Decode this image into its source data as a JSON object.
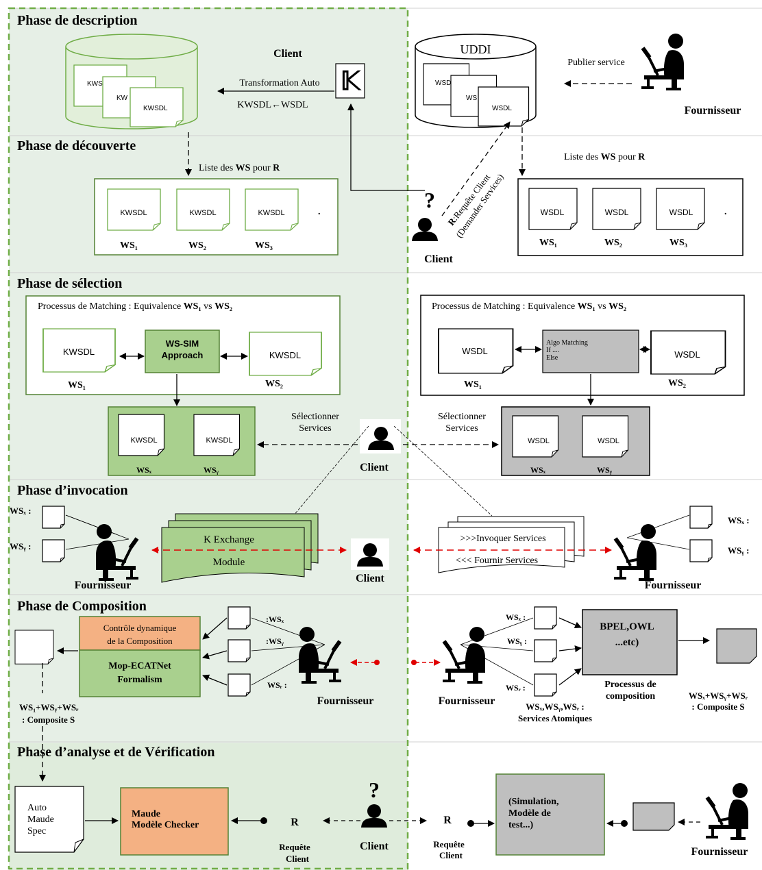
{
  "phases": {
    "description": "Phase de description",
    "decouverte": "Phase de découverte",
    "selection": "Phase de sélection",
    "invocation": "Phase d’invocation",
    "composition": "Phase de Composition",
    "analyse": "Phase d’analyse et de Vérification"
  },
  "description": {
    "client": "Client",
    "uddi": "UDDI",
    "transformation": "Transformation Auto",
    "kwsdl_from_wsdl": "KWSDL←WSDL",
    "k_logo": "𝕂",
    "publier": "Publier service",
    "fournisseur": "Fournisseur",
    "kwsdl": "KWSDL",
    "kwsdl_partial_1": "KWSD",
    "kwsdl_partial_2": "KW",
    "wsdl": "WSDL",
    "wsdl_partial_1": "WSD",
    "wsdl_partial_2": "WS"
  },
  "decouverte": {
    "liste_left_prefix": "Liste des ",
    "liste_bold": "WS",
    "liste_mid": " pour ",
    "liste_r": "R",
    "kwsdl": "KWSDL",
    "wsdl": "WSDL",
    "ws1": "WS₁",
    "ws2": "WS₂",
    "ws3": "WS₃",
    "dot": ".",
    "question": "?",
    "client": "Client",
    "requete_r": "R",
    "requete": ":Requête Client",
    "demander": "(Demander Services)"
  },
  "selection": {
    "matching_prefix": "Processus de Matching : Equivalence ",
    "ws1": "WS₁",
    "vs": " vs ",
    "ws2": "WS₂",
    "wssim_1": "WS-SIM",
    "wssim_2": "Approach",
    "algo_1": "Algo Matching",
    "algo_2": "If ....",
    "algo_3": "Else",
    "selectionner_1": "Sélectionner",
    "selectionner_2": "Services",
    "client": "Client",
    "kwsdl": "KWSDL",
    "wsdl": "WSDL",
    "wsx": "WSₓ",
    "wsy": "WSᵧ"
  },
  "invocation": {
    "wsx": "WSₓ :",
    "wsy": "WSᵧ :",
    "fournisseur": "Fournisseur",
    "k_exchange": "K Exchange",
    "module": "Module",
    "client": "Client",
    "invoquer": ">>>Invoquer Services",
    "fournir": "<<< Fournir Services"
  },
  "composition": {
    "controle_1": "Contrôle dynamique",
    "controle_2": "de la Composition",
    "mop_1": "Mop-ECATNet",
    "mop_2": "Formalism",
    "wsx": ":WSₓ",
    "wsy": ":WSᵧ",
    "wsz": "WSᵣ :",
    "fournisseur": "Fournisseur",
    "composite_left_1": "WS₁+WSᵧ+WSᵣ",
    "composite_left_2": ": Composite S",
    "wsx_r": "WSₓ :",
    "wsy_r": "WSᵧ :",
    "wsz_r": "WSᵣ :",
    "bpel_1": "BPEL,OWL",
    "bpel_2": "...etc)",
    "processus_1": "Processus de",
    "processus_2": "composition",
    "atomiques_1": "WSₓ,WSᵧ,WSᵣ :",
    "atomiques_2": "Services Atomiques",
    "composite_right_1": "WSₓ+WSᵧ+WSᵣ",
    "composite_right_2": ": Composite S"
  },
  "analyse": {
    "auto_1": "Auto",
    "auto_2": "Maude",
    "auto_3": "Spec",
    "maude_1": "Maude",
    "maude_2": "Modèle Checker",
    "r": "R",
    "requete_1": "Requête",
    "requete_2": "Client",
    "question": "?",
    "client": "Client",
    "sim_1": "(Simulation,",
    "sim_2": "Modèle de",
    "sim_3": "test...)",
    "fournisseur": "Fournisseur"
  },
  "colors": {
    "green_bg": "#e6efe6",
    "green_fill": "#a9d08e",
    "green_border": "#548235",
    "dashed_green": "#70ad47",
    "orange": "#f4b183",
    "gray": "#bfbfbf",
    "red": "#e00000"
  }
}
